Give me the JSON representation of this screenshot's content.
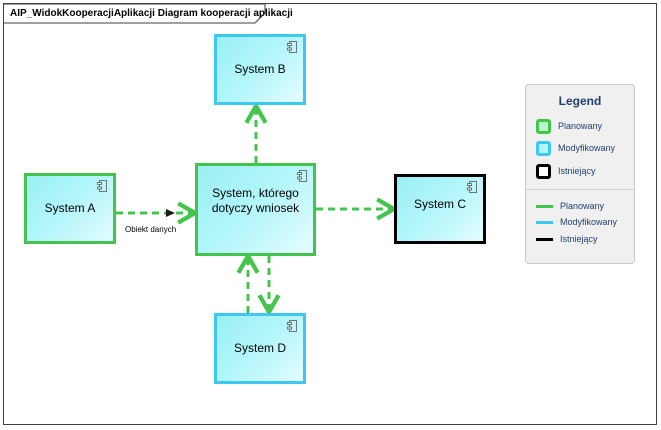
{
  "diagram": {
    "title": "AIP_WidokKooperacjiAplikacji Diagram kooperacji aplikacji"
  },
  "nodes": {
    "system_a": "System A",
    "system_b": "System B",
    "system_c": "System C",
    "system_d": "System D",
    "central": "System, którego dotyczy wniosek"
  },
  "connections": {
    "a_to_central_label": "Obiekt danych"
  },
  "legend": {
    "title": "Legend",
    "elements": [
      "Planowany",
      "Modyfikowany",
      "Istniejący"
    ],
    "relationships": [
      "Planowany",
      "Modyfikowany",
      "Istniejący"
    ]
  },
  "colors": {
    "planned": "#44c44c",
    "modified": "#3cc8f0",
    "existing": "#000000",
    "node_fill": "#a6f6f8",
    "planned_fill": "#b8f5cc",
    "modified_fill": "#b4f4fb",
    "existing_fill": "#ffffff"
  },
  "icons": {
    "component": "component-icon"
  }
}
